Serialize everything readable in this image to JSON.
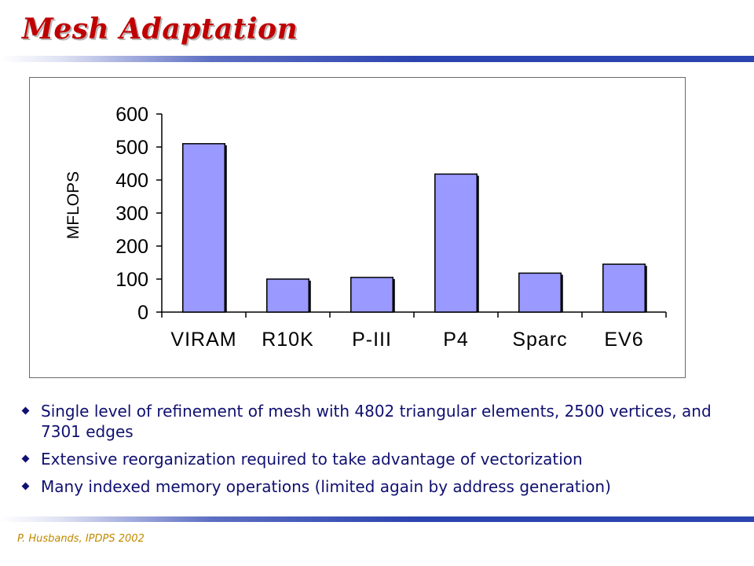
{
  "slide": {
    "title": "Mesh Adaptation",
    "footer": "P. Husbands, IPDPS 2002",
    "accent_color": "#c00000",
    "rule_color": "#2c44b0"
  },
  "bullets": [
    "Single level of refinement of mesh with 4802 triangular elements, 2500 vertices, and 7301 edges",
    "Extensive reorganization required to take advantage of vectorization",
    "Many indexed memory operations (limited again by address generation)"
  ],
  "chart_data": {
    "type": "bar",
    "categories": [
      "VIRAM",
      "R10K",
      "P-III",
      "P4",
      "Sparc",
      "EV6"
    ],
    "values": [
      510,
      100,
      105,
      418,
      118,
      145
    ],
    "ylabel": "MFLOPS",
    "xlabel": "",
    "ylim": [
      0,
      600
    ],
    "yticks": [
      0,
      100,
      200,
      300,
      400,
      500,
      600
    ],
    "grid": false,
    "legend": "none",
    "bar_color": "#9999ff",
    "bar_edge_color": "#000000"
  }
}
